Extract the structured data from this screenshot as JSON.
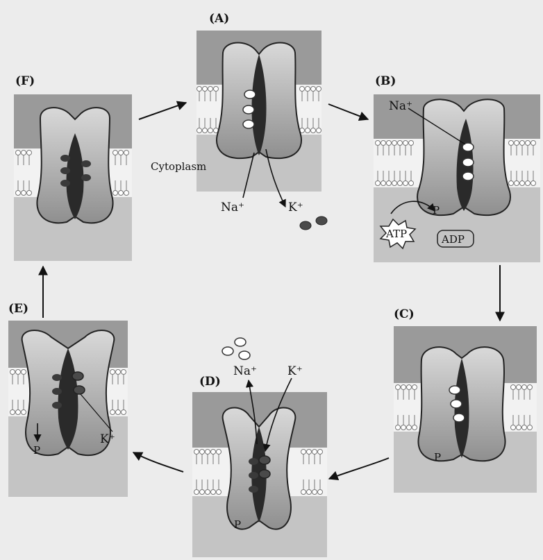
{
  "figure": {
    "panels": [
      {
        "id": "A",
        "label": "(A)"
      },
      {
        "id": "B",
        "label": "(B)"
      },
      {
        "id": "C",
        "label": "(C)"
      },
      {
        "id": "D",
        "label": "(D)"
      },
      {
        "id": "E",
        "label": "(E)"
      },
      {
        "id": "F",
        "label": "(F)"
      }
    ],
    "labels": {
      "cytoplasm": "Cytoplasm",
      "na_a": "Na⁺",
      "k_a": "K⁺",
      "na_b": "Na⁺",
      "p_b": "P",
      "atp": "ATP",
      "adp": "ADP",
      "p_c": "P",
      "na_d": "Na⁺",
      "k_d": "K⁺",
      "p_d": "P",
      "k_e": "K⁺",
      "p_e": "P"
    }
  },
  "colors": {
    "background": "#ececec",
    "extracellular": "#9a9a9a",
    "cytoplasm": "#c4c4c4",
    "membrane": "#f2f2f2",
    "protein": "#cfcfcf",
    "channel": "#2a2a2a",
    "na_ion": "#ffffff",
    "k_ion": "#4a4a4a",
    "arrow": "#111111"
  }
}
